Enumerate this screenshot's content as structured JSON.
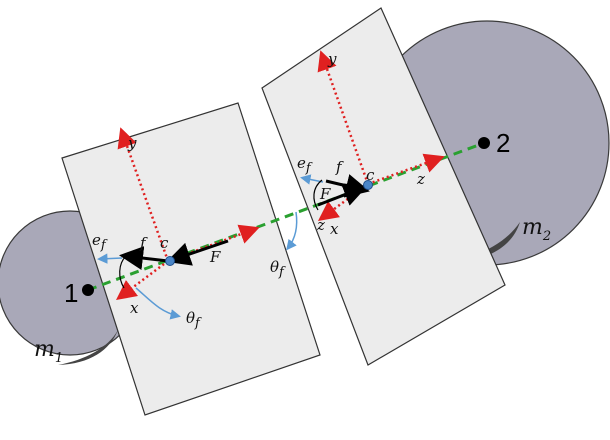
{
  "labels": {
    "body1": "1",
    "body2": "2",
    "mass1": "m",
    "mass1_sub": "1",
    "mass2": "m",
    "mass2_sub": "2",
    "left": {
      "y": "y",
      "x": "x",
      "c": "c",
      "f": "f",
      "F": "F",
      "e": "e",
      "e_sub": "f",
      "theta": "θ",
      "theta_sub": "f"
    },
    "right": {
      "y": "y",
      "x": "x",
      "z": "z",
      "c": "c",
      "f": "f",
      "F": "F",
      "zx": "z",
      "e": "e",
      "e_sub": "f",
      "theta": "θ",
      "theta_sub": "f"
    }
  },
  "colors": {
    "sphere": "#a9a8b8",
    "sphere_stroke": "#3a3a3a",
    "plane": "#ececec",
    "axis_red": "#e02020",
    "green_line": "#2aa030",
    "blue_arrow": "#5b9bd5",
    "contact_point": "#4a86c8"
  }
}
